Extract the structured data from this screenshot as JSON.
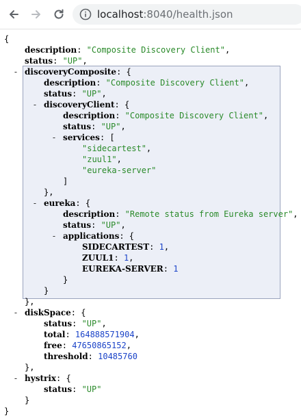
{
  "browser": {
    "url_host": "localhost",
    "url_rest": ":8040/health.json"
  },
  "json": {
    "open_brace": "{",
    "close_brace": "}",
    "description_key": "description",
    "description_val": "\"Composite Discovery Client\"",
    "status_key": "status",
    "status_val": "\"UP\"",
    "discoveryComposite": {
      "key": "discoveryComposite",
      "description_key": "description",
      "description_val": "\"Composite Discovery Client\"",
      "status_key": "status",
      "status_val": "\"UP\"",
      "discoveryClient": {
        "key": "discoveryClient",
        "description_key": "description",
        "description_val": "\"Composite Discovery Client\"",
        "status_key": "status",
        "status_val": "\"UP\"",
        "services_key": "services",
        "services": [
          "\"sidecartest\"",
          "\"zuul1\"",
          "\"eureka-server\""
        ]
      },
      "eureka": {
        "key": "eureka",
        "description_key": "description",
        "description_val": "\"Remote status from Eureka server\"",
        "status_key": "status",
        "status_val": "\"UP\"",
        "applications_key": "applications",
        "applications": [
          {
            "key": "SIDECARTEST",
            "val": "1"
          },
          {
            "key": "ZUUL1",
            "val": "1"
          },
          {
            "key": "EUREKA-SERVER",
            "val": "1"
          }
        ]
      }
    },
    "diskSpace": {
      "key": "diskSpace",
      "status_key": "status",
      "status_val": "\"UP\"",
      "total_key": "total",
      "total_val": "164888571904",
      "free_key": "free",
      "free_val": "47650865152",
      "threshold_key": "threshold",
      "threshold_val": "10485760"
    },
    "hystrix": {
      "key": "hystrix",
      "status_key": "status",
      "status_val": "\"UP\""
    },
    "toggle_symbol": "-"
  }
}
